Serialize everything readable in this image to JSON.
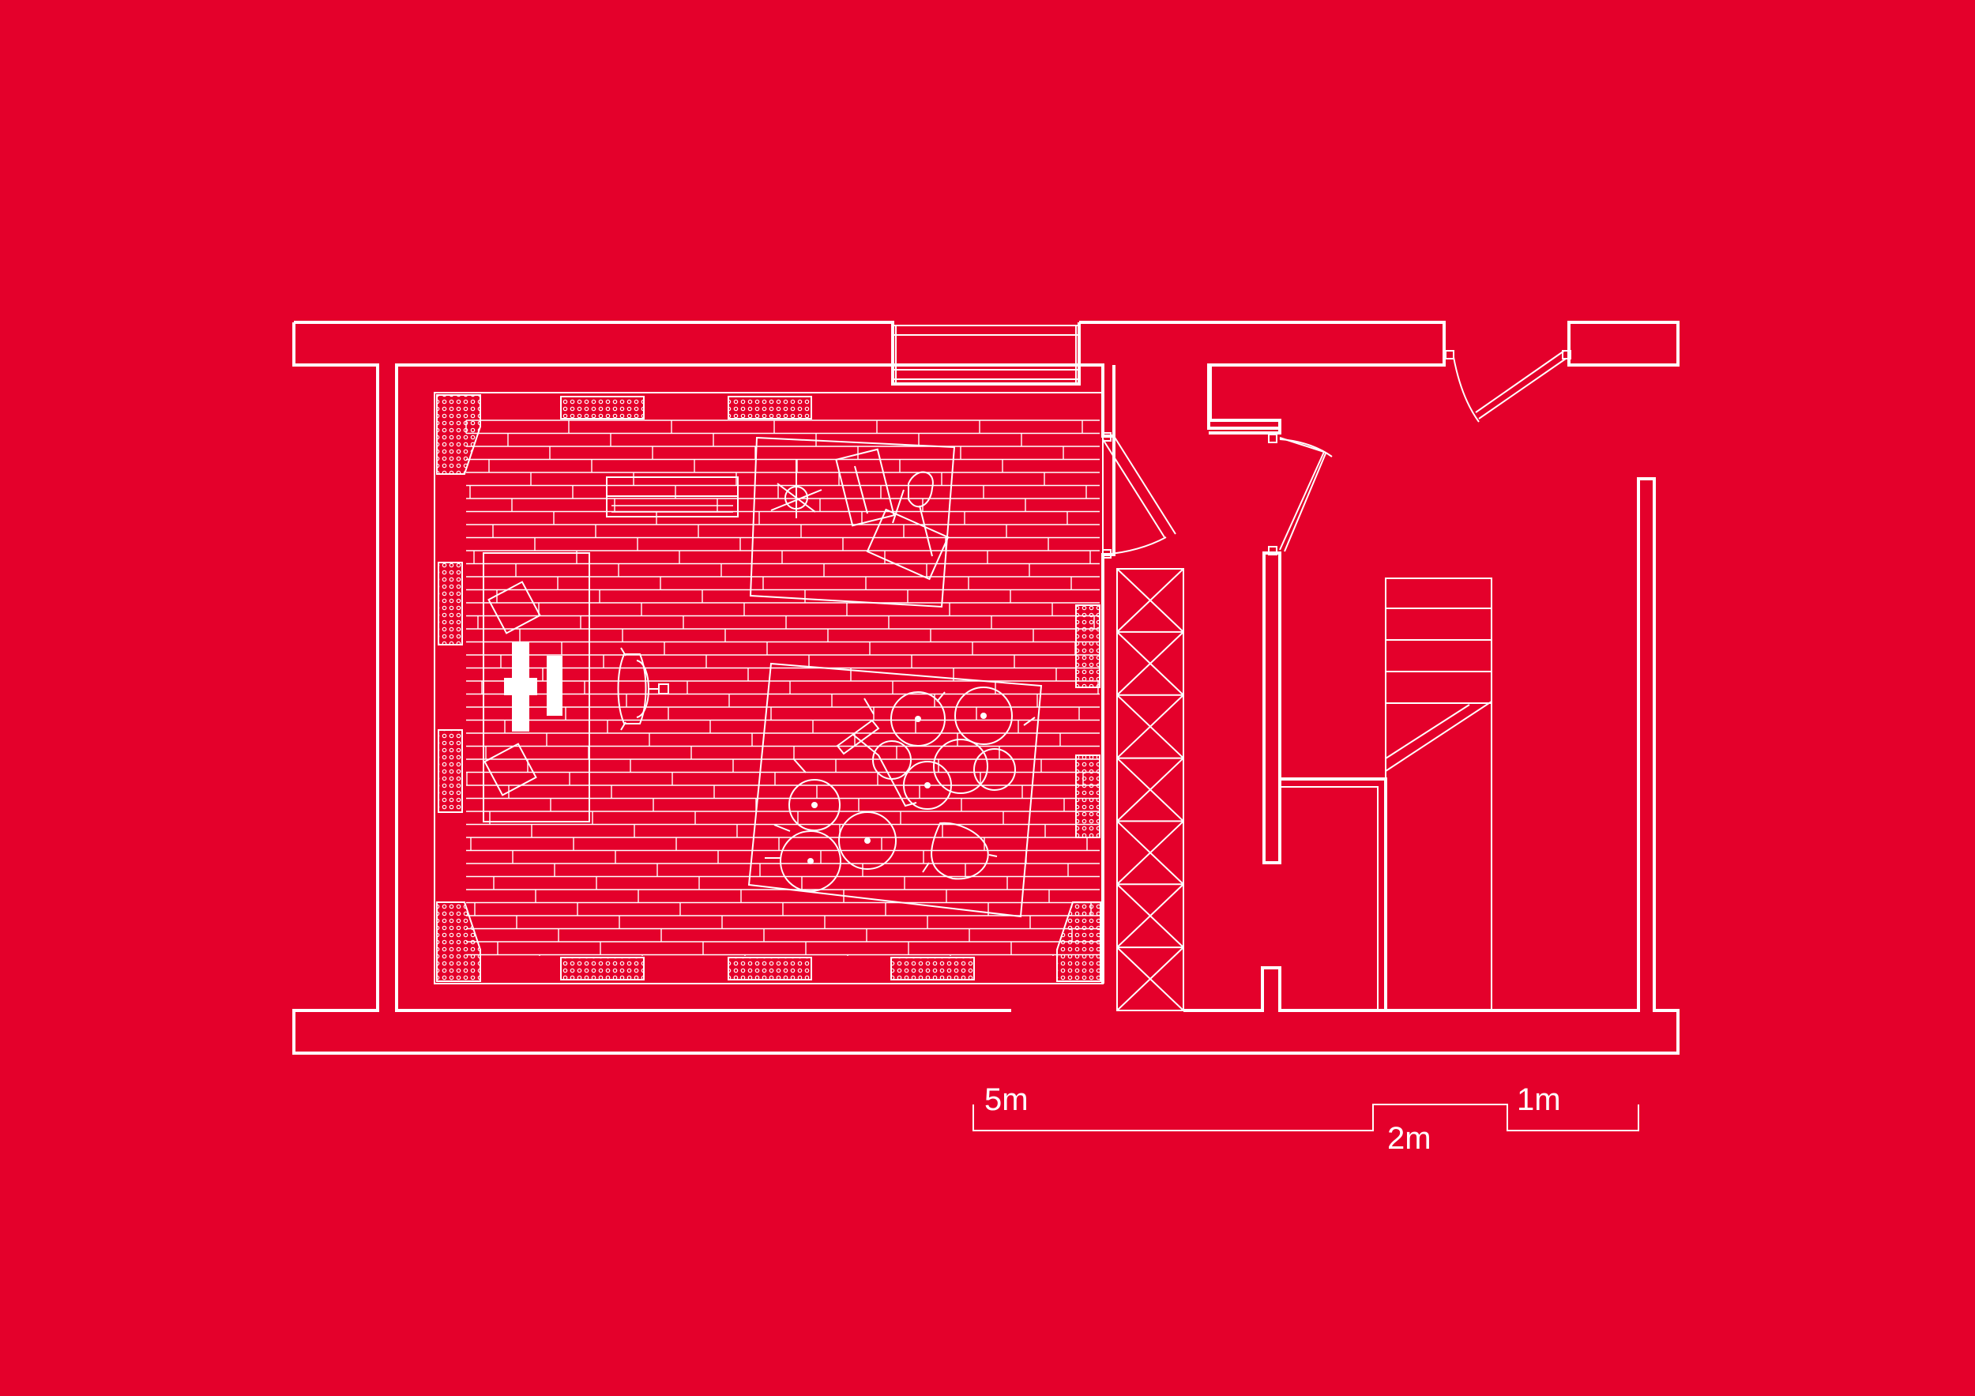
{
  "colors": {
    "background": "#E4002B",
    "line": "#FFFFFF"
  },
  "scale_bar": {
    "labels": [
      "5m",
      "2m",
      "1m"
    ]
  }
}
